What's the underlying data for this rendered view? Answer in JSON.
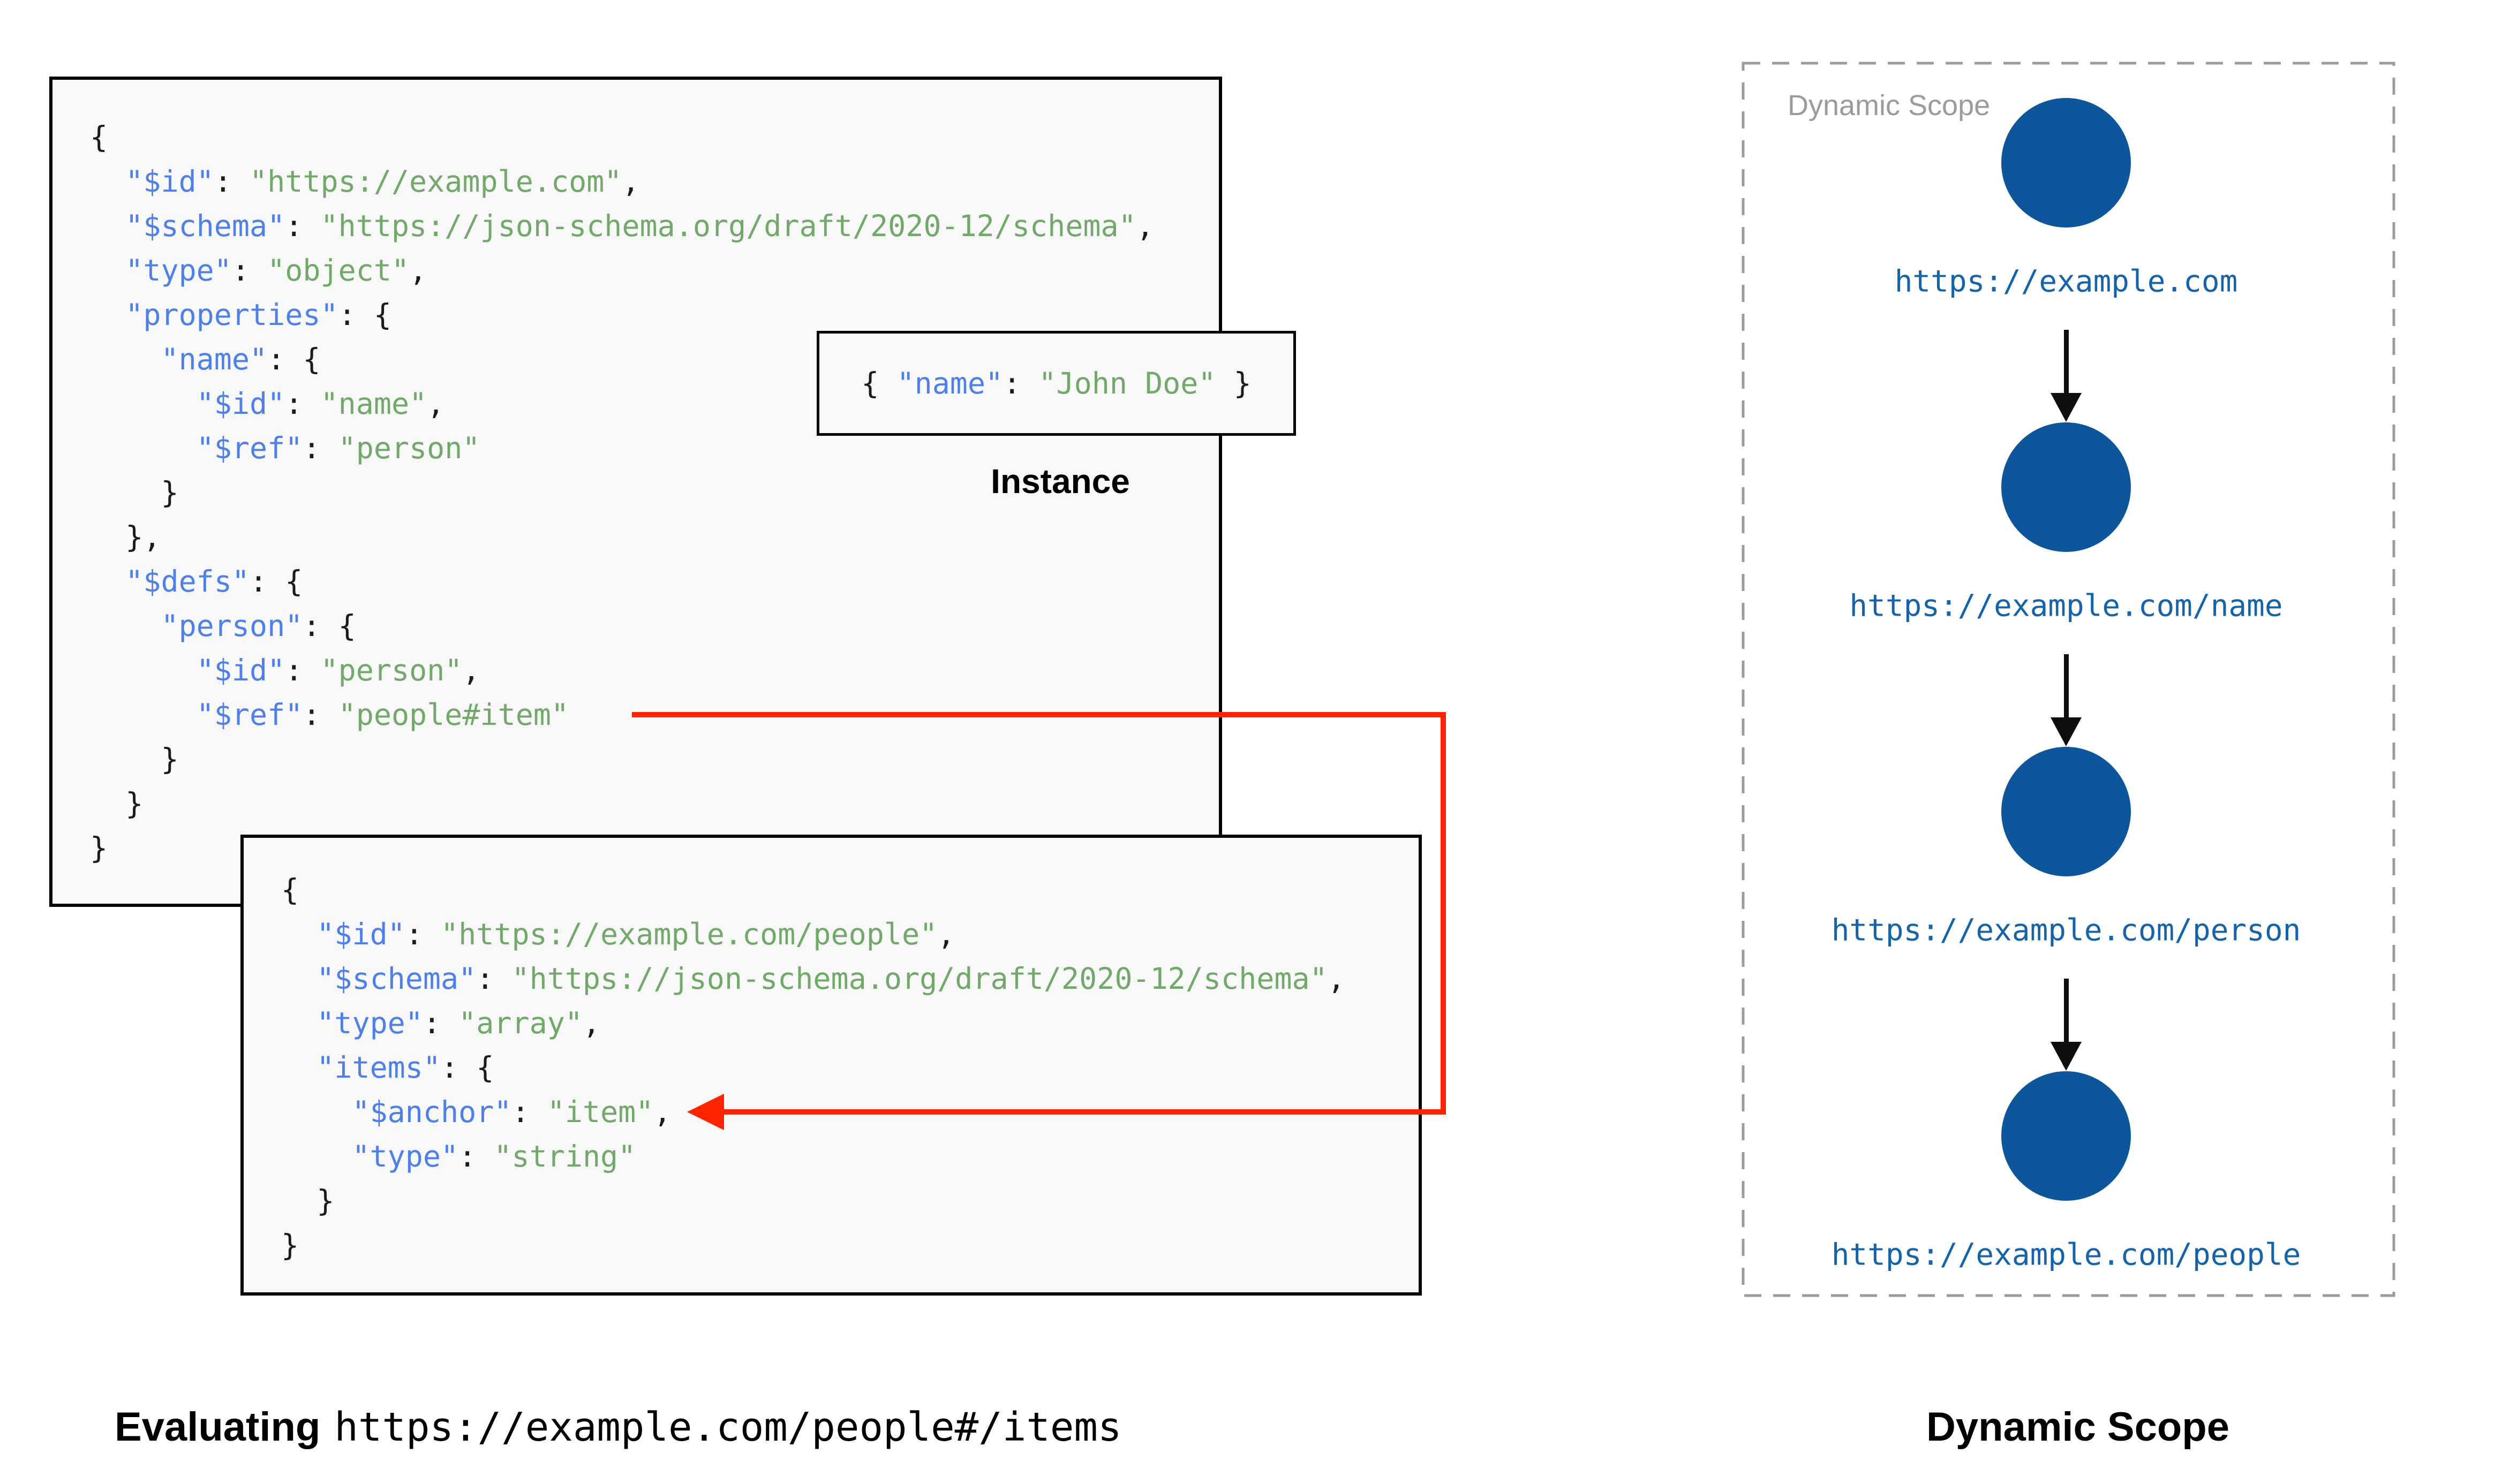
{
  "colors": {
    "code_key": "#4f80e8",
    "code_string": "#72a96b",
    "code_plain": "#1b1b1b",
    "block_bg": "#f8f8f8",
    "block_border": "#000000",
    "arrow_red": "#ff2400",
    "node_fill": "#0d569c",
    "node_url_text": "#1563a9",
    "scope_box_gray": "#9b9b9b",
    "caption_black": "#000000"
  },
  "code_blocks": {
    "schema_root": {
      "lines": [
        [
          [
            "{"
          ]
        ],
        [
          [
            "  "
          ],
          [
            "\"$id\"",
            "k"
          ],
          [
            ": "
          ],
          [
            "\"https://example.com\"",
            "s"
          ],
          [
            ","
          ]
        ],
        [
          [
            "  "
          ],
          [
            "\"$schema\"",
            "k"
          ],
          [
            ": "
          ],
          [
            "\"https://json-schema.org/draft/2020-12/schema\"",
            "s"
          ],
          [
            ","
          ]
        ],
        [
          [
            "  "
          ],
          [
            "\"type\"",
            "k"
          ],
          [
            ": "
          ],
          [
            "\"object\"",
            "s"
          ],
          [
            ","
          ]
        ],
        [
          [
            "  "
          ],
          [
            "\"properties\"",
            "k"
          ],
          [
            ": {"
          ]
        ],
        [
          [
            "    "
          ],
          [
            "\"name\"",
            "k"
          ],
          [
            ": {"
          ]
        ],
        [
          [
            "      "
          ],
          [
            "\"$id\"",
            "k"
          ],
          [
            ": "
          ],
          [
            "\"name\"",
            "s"
          ],
          [
            ","
          ]
        ],
        [
          [
            "      "
          ],
          [
            "\"$ref\"",
            "k"
          ],
          [
            ": "
          ],
          [
            "\"person\"",
            "s"
          ]
        ],
        [
          [
            "    }"
          ]
        ],
        [
          [
            "  },"
          ]
        ],
        [
          [
            "  "
          ],
          [
            "\"$defs\"",
            "k"
          ],
          [
            ": {"
          ]
        ],
        [
          [
            "    "
          ],
          [
            "\"person\"",
            "k"
          ],
          [
            ": {"
          ]
        ],
        [
          [
            "      "
          ],
          [
            "\"$id\"",
            "k"
          ],
          [
            ": "
          ],
          [
            "\"person\"",
            "s"
          ],
          [
            ","
          ]
        ],
        [
          [
            "      "
          ],
          [
            "\"$ref\"",
            "k"
          ],
          [
            ": "
          ],
          [
            "\"people#item\"",
            "s"
          ]
        ],
        [
          [
            "    }"
          ]
        ],
        [
          [
            "  }"
          ]
        ],
        [
          [
            "}"
          ]
        ]
      ]
    },
    "schema_people": {
      "lines": [
        [
          [
            "{"
          ]
        ],
        [
          [
            "  "
          ],
          [
            "\"$id\"",
            "k"
          ],
          [
            ": "
          ],
          [
            "\"https://example.com/people\"",
            "s"
          ],
          [
            ","
          ]
        ],
        [
          [
            "  "
          ],
          [
            "\"$schema\"",
            "k"
          ],
          [
            ": "
          ],
          [
            "\"https://json-schema.org/draft/2020-12/schema\"",
            "s"
          ],
          [
            ","
          ]
        ],
        [
          [
            "  "
          ],
          [
            "\"type\"",
            "k"
          ],
          [
            ": "
          ],
          [
            "\"array\"",
            "s"
          ],
          [
            ","
          ]
        ],
        [
          [
            "  "
          ],
          [
            "\"items\"",
            "k"
          ],
          [
            ": {"
          ]
        ],
        [
          [
            "    "
          ],
          [
            "\"$anchor\"",
            "k"
          ],
          [
            ": "
          ],
          [
            "\"item\"",
            "s"
          ],
          [
            ","
          ]
        ],
        [
          [
            "    "
          ],
          [
            "\"type\"",
            "k"
          ],
          [
            ": "
          ],
          [
            "\"string\"",
            "s"
          ]
        ],
        [
          [
            "  }"
          ]
        ],
        [
          [
            "}"
          ]
        ]
      ]
    },
    "instance": {
      "lines": [
        [
          [
            "{ "
          ],
          [
            "\"name\"",
            "k"
          ],
          [
            ": "
          ],
          [
            "\"John Doe\"",
            "s"
          ],
          [
            " }"
          ]
        ]
      ]
    }
  },
  "instance_panel": {
    "caption": "Instance"
  },
  "dynamic_scope_panel": {
    "box_label": "Dynamic Scope",
    "caption": "Dynamic Scope",
    "nodes": [
      {
        "uri": "https://example.com"
      },
      {
        "uri": "https://example.com/name"
      },
      {
        "uri": "https://example.com/person"
      },
      {
        "uri": "https://example.com/people"
      }
    ]
  },
  "evaluating_caption": {
    "prefix": "Evaluating",
    "uri": "https://example.com/people#/items"
  }
}
